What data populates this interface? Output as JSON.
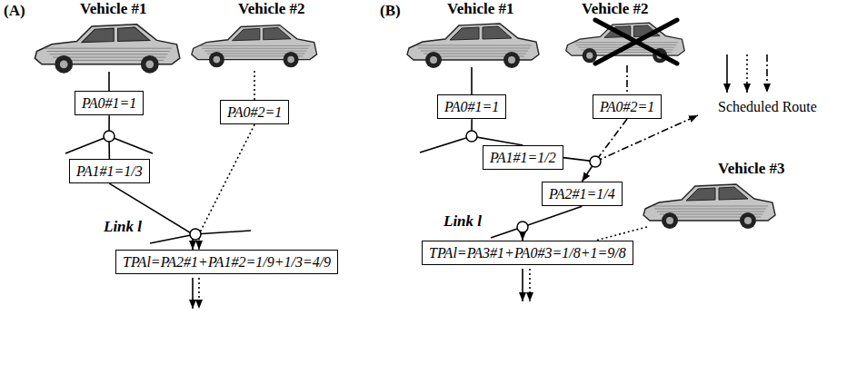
{
  "diagram": {
    "nodes": [
      {
        "text": [
          "PA0#1=1"
        ]
      },
      {
        "text": [
          "PA0#2=1"
        ]
      },
      {
        "text": [
          "PA1#1=1/3"
        ]
      },
      {
        "text": [
          "TPAl=PA2#1+PA1#2=1/9+1/3=4/9"
        ]
      },
      {
        "text": [
          "PA0#1=1"
        ]
      },
      {
        "text": [
          "PA0#2=1"
        ]
      },
      {
        "text": [
          "PA1#1=1/2"
        ]
      },
      {
        "text": [
          "PA2#1=1/4"
        ]
      },
      {
        "text": [
          "TPAl=PA3#1+PA0#3=1/8+1=9/8"
        ]
      }
    ],
    "edges": [
      {
        "from": 0,
        "to": 2,
        "arrow": "none"
      },
      {
        "from": 2,
        "to": 3,
        "arrow": "to"
      },
      {
        "from": 1,
        "to": 3,
        "arrow": "to"
      },
      {
        "from": 4,
        "to": 6,
        "arrow": "none"
      },
      {
        "from": 6,
        "to": 7,
        "arrow": "to"
      },
      {
        "from": 7,
        "to": 8,
        "arrow": "to"
      }
    ],
    "labels": [
      "(A)",
      "Vehicle #1",
      "Vehicle #2",
      "Link l",
      "(B)",
      "Vehicle #1",
      "Vehicle #2",
      "Vehicle #3",
      "Link l"
    ],
    "legend": [
      {
        "text": "Scheduled Route"
      }
    ]
  }
}
